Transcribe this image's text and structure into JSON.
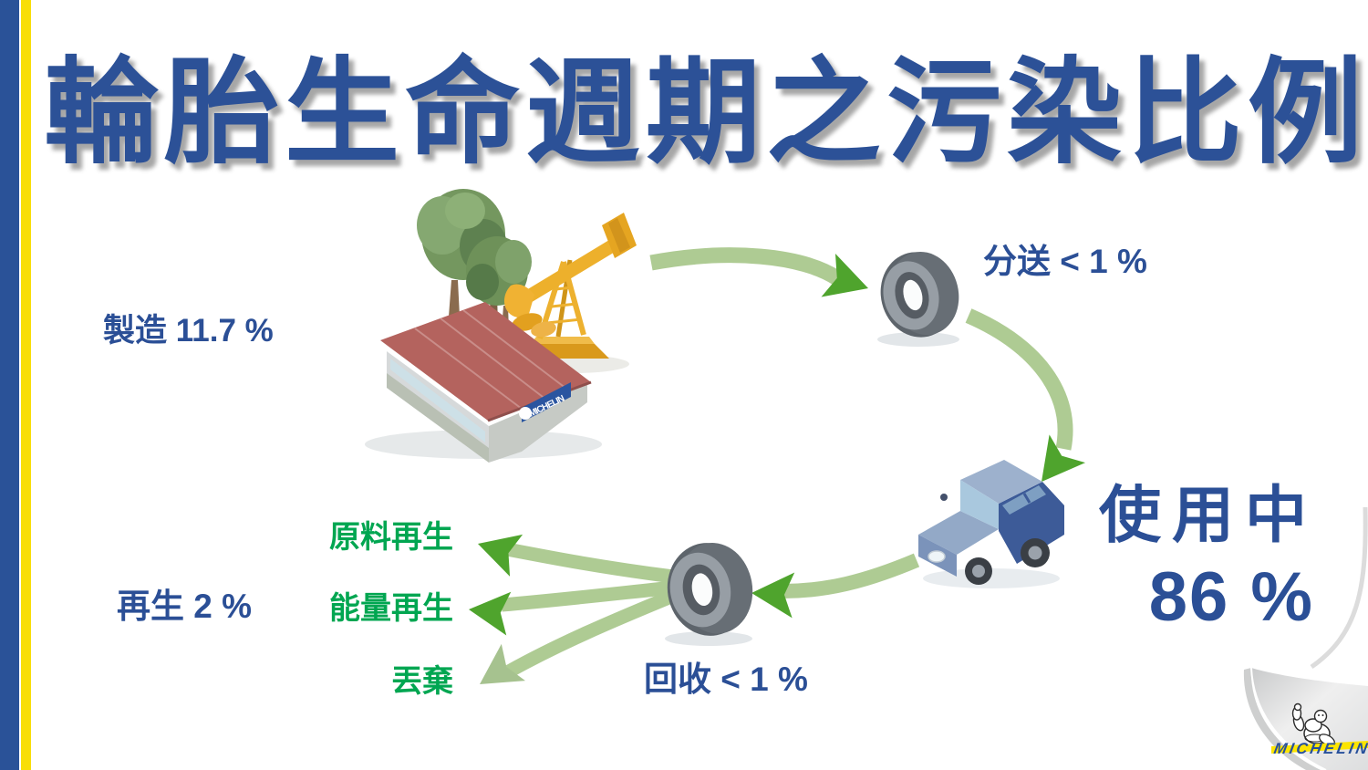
{
  "title": "輪胎生命週期之污染比例",
  "stages": {
    "manufacturing": "製造 11.7 %",
    "distribution": "分送 < 1 %",
    "in_use_label": "使用中",
    "in_use_value": "86 %",
    "recycling": "回收 < 1 %",
    "regeneration": "再生 2 %",
    "material_regen": "原料再生",
    "energy_regen": "能量再生",
    "discard": "丟棄"
  },
  "branding": {
    "logo_text": "MICHELIN",
    "factory_banner": "MICHELIN"
  },
  "icons": {
    "factory": "factory-with-trees-and-oil-pumpjack-icon",
    "tire_distribution": "tire-3d-icon",
    "tire_recycle": "tire-3d-icon",
    "car": "blue-car-icon",
    "cycle_arrows": "green-curved-arrow-icons",
    "page_curl": "page-curl-corner",
    "michelin_man": "michelin-man-icon"
  },
  "colors": {
    "title_blue": "#2C5197",
    "text_blue": "#2B4F96",
    "text_green": "#00A651",
    "arrow_shaft_green": "#AECB93",
    "arrow_head_green": "#4FA42D",
    "arrow_head_light_green": "#A6C28F",
    "stripe_blue": "#2A5298",
    "stripe_yellow": "#F8DE08",
    "michelin_blue": "#27509B",
    "michelin_yellow": "#FCE500"
  }
}
